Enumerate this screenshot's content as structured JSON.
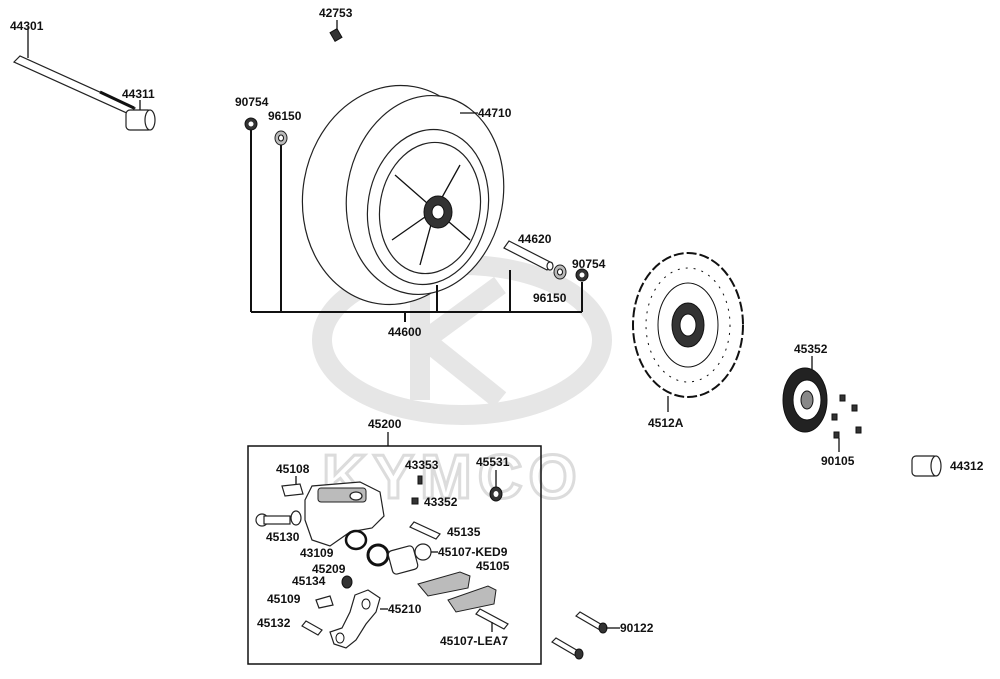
{
  "watermark": {
    "brand": "KYMCO"
  },
  "parts": {
    "p42753": "42753",
    "p44301": "44301",
    "p44311": "44311",
    "p90754a": "90754",
    "p96150a": "96150",
    "p44710": "44710",
    "p44620": "44620",
    "p90754b": "90754",
    "p96150b": "96150",
    "p44600": "44600",
    "p4512A": "4512A",
    "p45352": "45352",
    "p90105": "90105",
    "p44312": "44312",
    "p45200": "45200",
    "p45108": "45108",
    "p43353": "43353",
    "p43352": "43352",
    "p45531": "45531",
    "p45135": "45135",
    "p45130": "45130",
    "p43109": "43109",
    "p45107KED9": "45107-KED9",
    "p45209": "45209",
    "p45105": "45105",
    "p45134": "45134",
    "p45109": "45109",
    "p45210": "45210",
    "p45132": "45132",
    "p45107LEA7": "45107-LEA7",
    "p90122": "90122"
  }
}
